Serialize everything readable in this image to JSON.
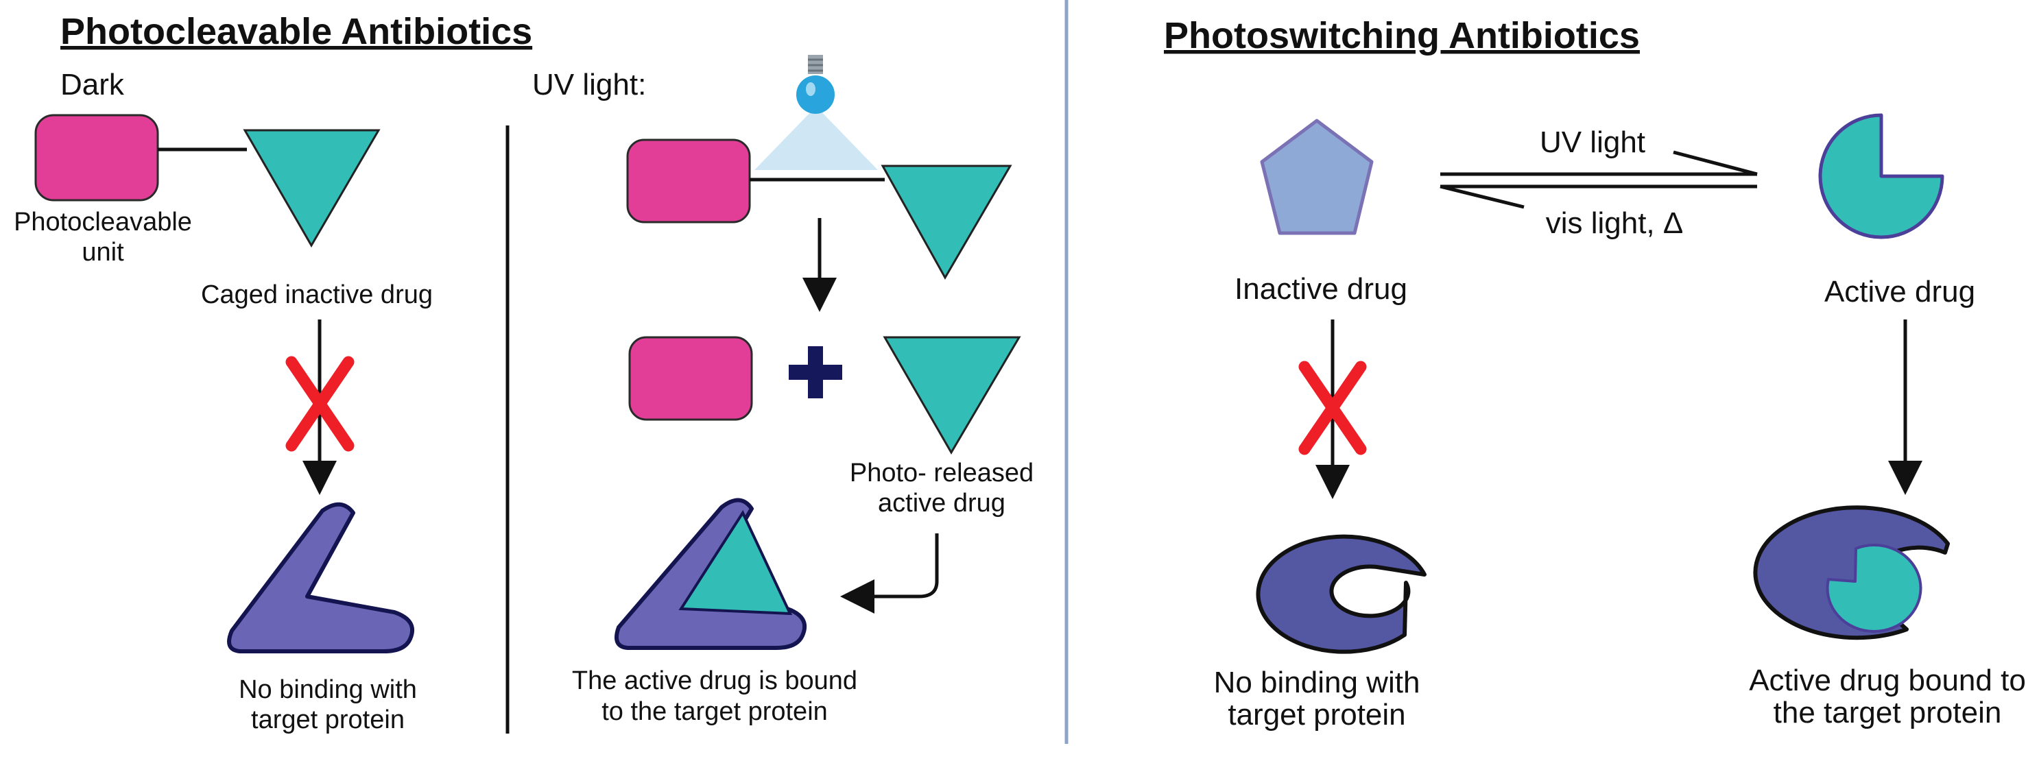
{
  "left_panel": {
    "title": "Photocleavable Antibiotics",
    "dark_label": "Dark",
    "uv_label": "UV light:",
    "photocleavable_unit": [
      "Photocleavable",
      "unit"
    ],
    "caged_drug": "Caged inactive drug",
    "no_binding": [
      "No binding with",
      "target protein"
    ],
    "photo_released": [
      "Photo- released",
      "active drug"
    ],
    "bound": [
      "The active drug is bound",
      "to the target protein"
    ]
  },
  "right_panel": {
    "title": "Photoswitching Antibiotics",
    "uv_light": "UV light",
    "vis_light": "vis light, Δ",
    "inactive_drug": "Inactive drug",
    "active_drug": "Active drug",
    "no_binding": [
      "No binding with",
      "target protein"
    ],
    "bound": [
      "Active drug bound to",
      "the target protein"
    ]
  },
  "colors": {
    "photocleavable_unit": "#e23e97",
    "drug": "#33bdb7",
    "protein": "#6a66b5",
    "protein_dark": "#5458a3",
    "inactive_pentagon": "#8fa9d6",
    "block_cross": "#ee1f26",
    "plus": "#16185c",
    "divider": "#8da3c8",
    "light_bulb": "#29a4dc",
    "light_beam": "#cfe7f5"
  },
  "icons": [
    "light-bulb-icon",
    "plus-icon",
    "cross-icon"
  ]
}
